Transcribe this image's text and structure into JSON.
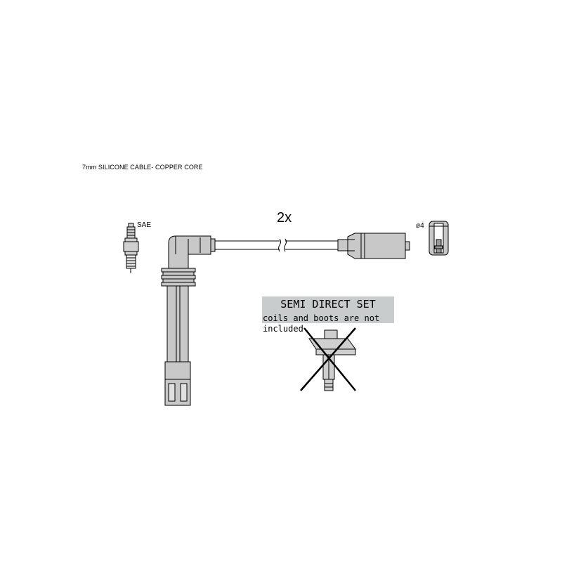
{
  "cable_spec": "7mm SILICONE CABLE- COPPER CORE",
  "quantity": "2x",
  "plug_terminal": "SAE",
  "coil_terminal": "ø4",
  "set_title": "SEMI DIRECT SET",
  "set_note": "coils and boots are not included",
  "colors": {
    "part_fill": "#c8c8c8",
    "label_box": "#c9cccd",
    "outline": "#000000"
  }
}
